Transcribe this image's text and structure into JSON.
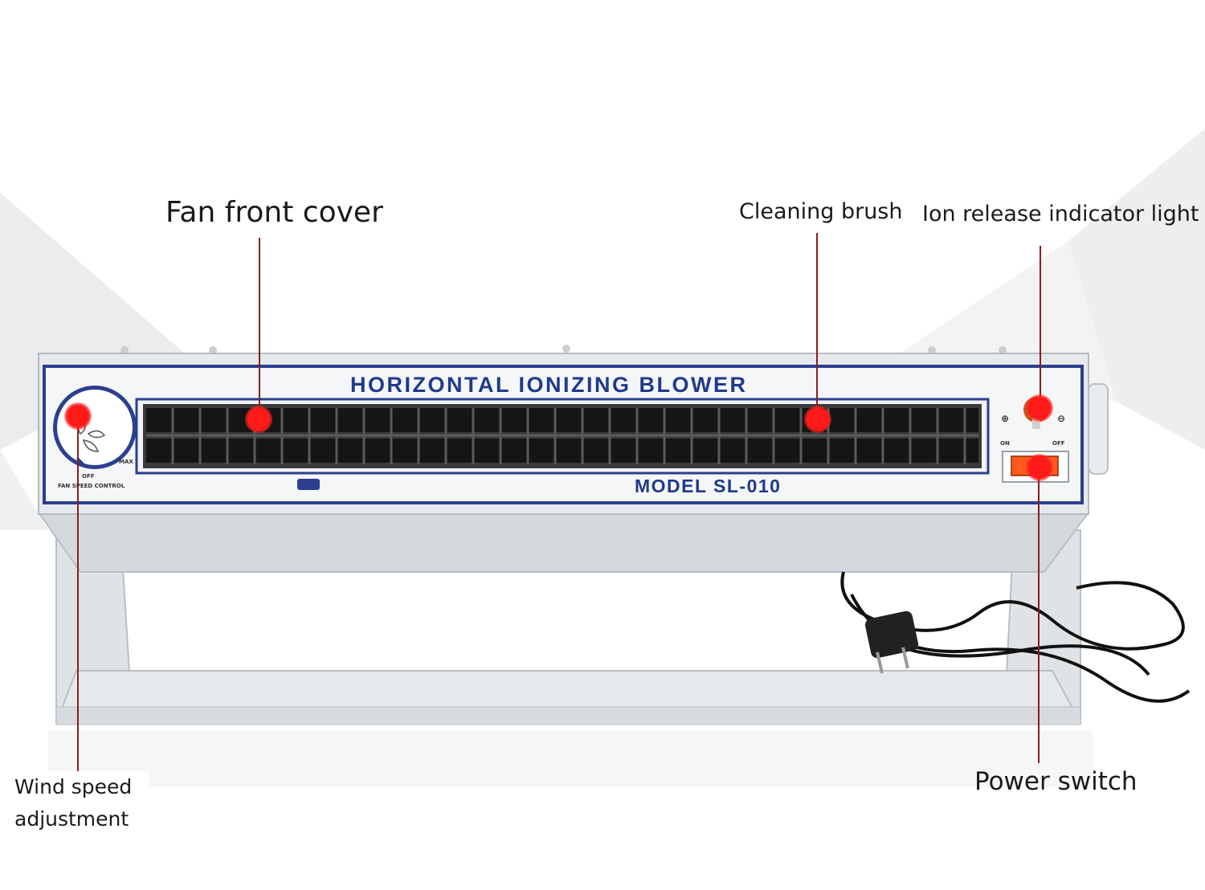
{
  "callouts": {
    "fan_front_cover": "Fan front cover",
    "cleaning_brush": "Cleaning brush",
    "ion_release_indicator_light": "Ion release indicator light",
    "wind_speed_adjustment_line1": "Wind speed",
    "wind_speed_adjustment_line2": "adjustment",
    "power_switch": "Power switch"
  },
  "panel": {
    "title": "HORIZONTAL IONIZING BLOWER",
    "model": "MODEL SL-010",
    "knob_off": "OFF",
    "knob_max": "MAX",
    "knob_caption": "FAN SPEED CONTROL",
    "ion_on": "ON",
    "ion_off": "OFF",
    "plus_sign": "⊕",
    "minus_sign": "⊖"
  },
  "colors": {
    "panel_blue": "#1f3a8a",
    "marker_red": "#ff1a1a",
    "leader_line": "#8b1d1d",
    "body_gray": "#d9dde1"
  }
}
